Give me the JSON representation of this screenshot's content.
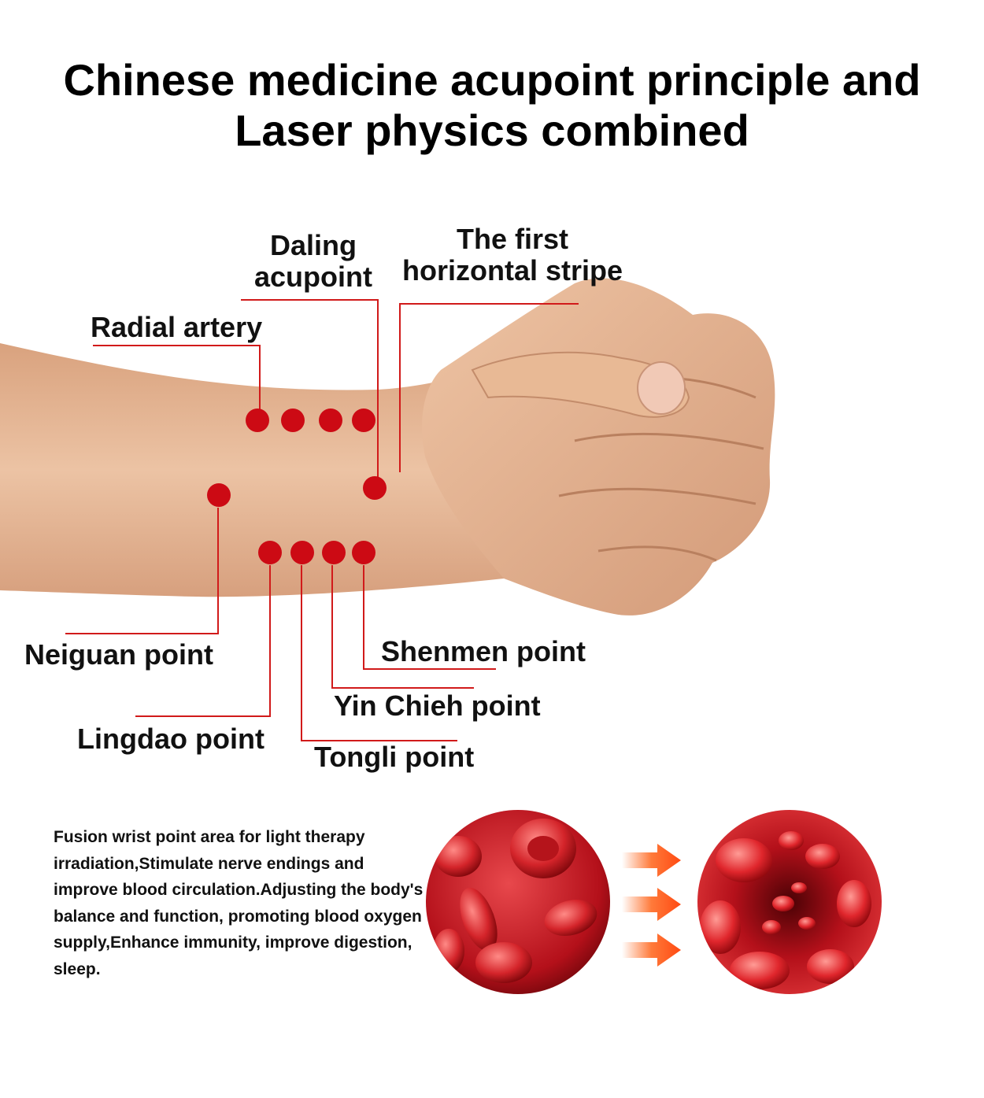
{
  "title": {
    "line1": "Chinese medicine acupoint principle and",
    "line2": "Laser physics combined"
  },
  "labels": {
    "daling_l1": "Daling",
    "daling_l2": "acupoint",
    "first_stripe_l1": "The first",
    "first_stripe_l2": "horizontal stripe",
    "radial_artery": "Radial artery",
    "neiguan": "Neiguan point",
    "shenmen": "Shenmen point",
    "yin_chieh": "Yin Chieh point",
    "lingdao": "Lingdao point",
    "tongli": "Tongli point"
  },
  "description": "Fusion wrist point area for light therapy irradiation,Stimulate nerve endings and improve blood circulation.Adjusting the body's balance and function, promoting blood oxygen supply,Enhance immunity, improve digestion, sleep.",
  "colors": {
    "acupoint": "#cc0a14",
    "leader_line": "#d11a1a",
    "arrow": "#ff5a1f",
    "skin": "#e4b393",
    "blood": "#b4101a"
  },
  "icons": {
    "arrow": "right-arrow-icon",
    "blood_before": "blood-cells-illustration",
    "blood_after": "blood-vessel-illustration"
  }
}
